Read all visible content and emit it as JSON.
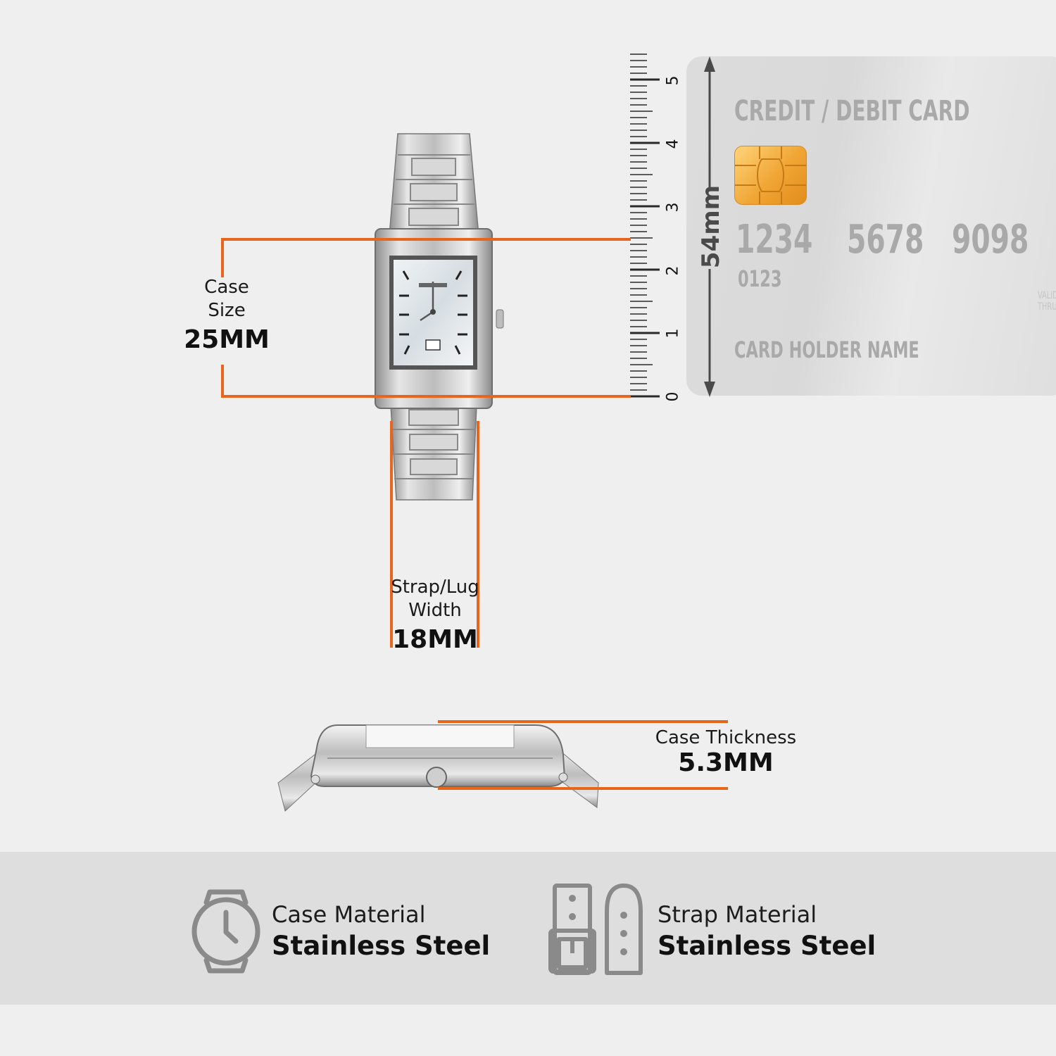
{
  "case_size": {
    "label_line1": "Case",
    "label_line2": "Size",
    "value": "25MM"
  },
  "strap_width": {
    "label_line1": "Strap/Lug",
    "label_line2": "Width",
    "value": "18MM"
  },
  "case_thickness": {
    "label": "Case Thickness",
    "value": "5.3MM"
  },
  "ruler": {
    "ticks": [
      "0",
      "1",
      "2",
      "3",
      "4",
      "5"
    ],
    "card_height_label": "54mm"
  },
  "card": {
    "title": "CREDIT / DEBIT CARD",
    "number_groups": [
      "1234",
      "5678",
      "9098"
    ],
    "small_number": "0123",
    "holder": "CARD HOLDER NAME",
    "valid_thru": "VALID THRU"
  },
  "materials": [
    {
      "title": "Case Material",
      "value": "Stainless Steel",
      "icon": "watch-outline-icon"
    },
    {
      "title": "Strap Material",
      "value": "Stainless Steel",
      "icon": "strap-buckle-icon"
    }
  ],
  "colors": {
    "accent": "#e8661c",
    "background": "#efefef",
    "bar": "#dedede",
    "chip": "#f0a534"
  }
}
